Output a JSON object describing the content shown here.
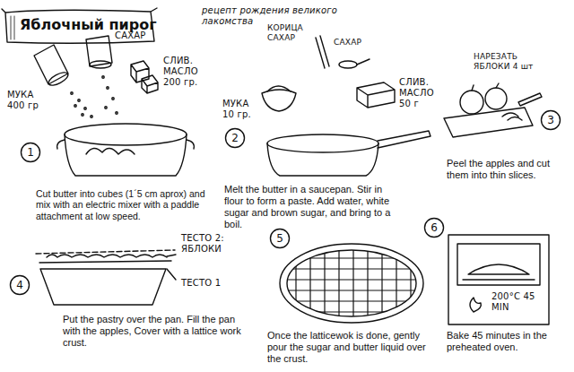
{
  "diagram": {
    "title": "Яблочный пирог",
    "nodes": [
      {
        "text": [
          "1"
        ]
      },
      {
        "text": [
          "2"
        ]
      },
      {
        "text": [
          "3"
        ]
      },
      {
        "text": [
          "4"
        ]
      },
      {
        "text": [
          "5"
        ]
      },
      {
        "text": [
          "6"
        ]
      }
    ],
    "labels": [
      "рецепт рождения великого лакомства",
      "САХАР",
      "СЛИВ. МАСЛО 200 гр.",
      "МУКА 400 гр",
      "Cut butter into cubes (1´5 cm aprox) and mix with an electric mixer with a paddle attachment at low speed.",
      "КОРИЦА САХАР",
      "САХАР",
      "МУКА 10 гр.",
      "СЛИВ. МАСЛО 50 г",
      "Melt the butter in a saucepan. Stir in flour to form a paste. Add water, white sugar and brown sugar, and bring to a boil.",
      "НАРЕЗАТЬ ЯБЛОКИ 4 шт",
      "Peel the apples and cut them into thin slices.",
      "ТЕСТО 2: ЯБЛОКИ",
      "ТЕСТО 1",
      "Put the pastry over the pan. Fill the pan with the apples, Cover with a lattice work crust.",
      "Once the latticewok is done, gently pour the sugar and butter liquid over the crust.",
      "200°C 45 MIN",
      "Bake 45 minutes in the preheated oven."
    ]
  }
}
